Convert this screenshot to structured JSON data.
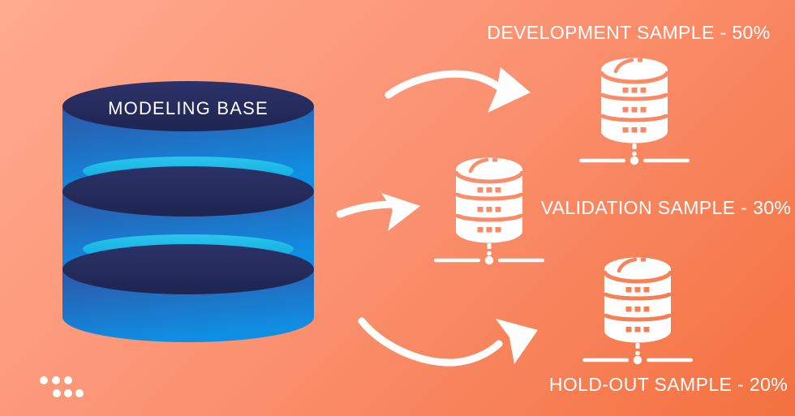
{
  "diagram": {
    "source_label": "MODELING BASE",
    "samples": [
      {
        "id": "development",
        "label": "DEVELOPMENT SAMPLE - 50%"
      },
      {
        "id": "validation",
        "label": "VALIDATION SAMPLE - 30%"
      },
      {
        "id": "holdout",
        "label": "HOLD-OUT SAMPLE - 20%"
      }
    ]
  },
  "colors": {
    "background_gradient_start": "#ffaa90",
    "background_gradient_end": "#f4713f",
    "cylinder_navy": "#232a5b",
    "cylinder_blue_dark": "#2e55a7",
    "cylinder_blue_light": "#0f8fe3",
    "cylinder_cyan": "#10b1e5",
    "foreground_white": "#ffffff"
  },
  "icons": {
    "database": "database-server-icon",
    "arrow_development": "curved-arrow-icon",
    "arrow_validation": "straight-arrow-icon",
    "arrow_holdout": "curved-arrow-icon",
    "decoration": "dots-grid-icon"
  }
}
